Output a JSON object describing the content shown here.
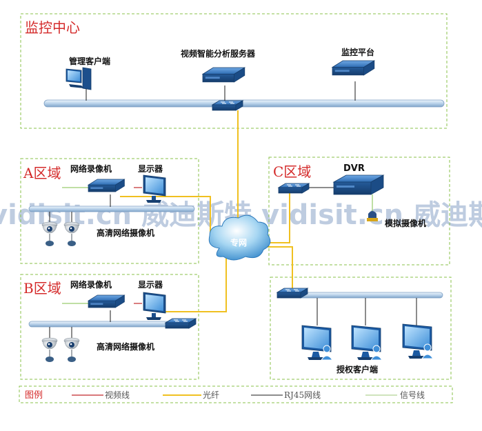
{
  "zones": {
    "center": "监控中心",
    "a": "A区域",
    "b": "B区域",
    "c": "C区域"
  },
  "labels": {
    "mgmt_client": "管理客户端",
    "video_server": "视频智能分析服务器",
    "monitor_platform": "监控平台",
    "a_nvr": "网络录像机",
    "a_display": "显示器",
    "a_cameras": "高清网络摄像机",
    "b_nvr": "网络录像机",
    "b_display": "显示器",
    "b_cameras": "高清网络摄像机",
    "dvr": "DVR",
    "analog_camera": "模拟摄像机",
    "private_net": "专网",
    "auth_client": "授权客户端"
  },
  "legend": {
    "title": "图例",
    "video": "视频线",
    "fiber": "光纤",
    "rj45": "RJ45网线",
    "signal": "信号线"
  },
  "watermark": "vidisit.cn 威迪斯特   vidisit.cn 威迪斯特",
  "colors": {
    "zone_border": "#8ac24a",
    "zone_title": "#d42a2a",
    "fiber": "#f0c020",
    "video_line": "#c0282a",
    "signal_line": "#7fbf4a",
    "bus": "#a9c4df",
    "device_blue": "#1f5fa8"
  }
}
